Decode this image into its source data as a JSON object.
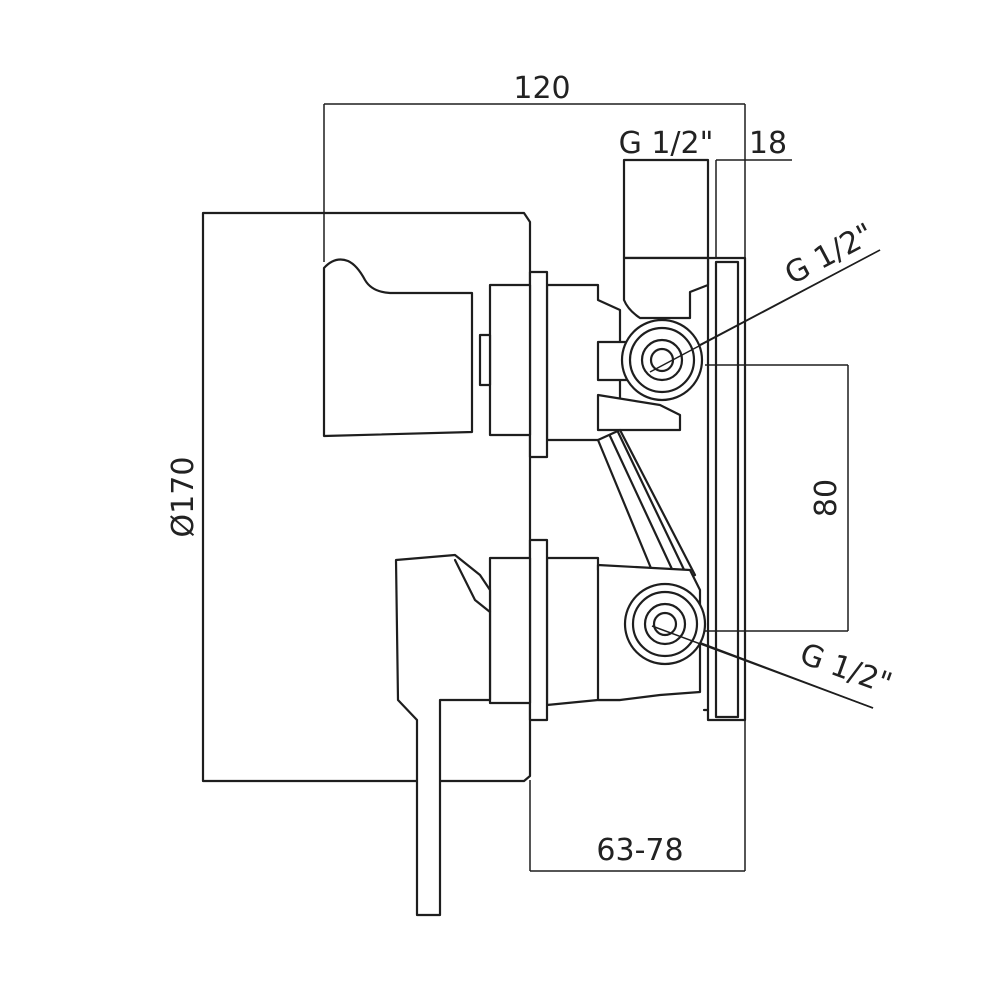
{
  "dimensions": {
    "overall_depth": "120",
    "outlet_thread_top": "G 1/2\"",
    "plate_thickness": "18",
    "inlet_thread_upper": "G 1/2\"",
    "inlet_spacing": "80",
    "inlet_thread_lower": "G 1/2\"",
    "plate_diameter": "Ø170",
    "installation_depth": "63-78"
  },
  "colors": {
    "line": "#1e1e1e",
    "background": "#ffffff"
  }
}
